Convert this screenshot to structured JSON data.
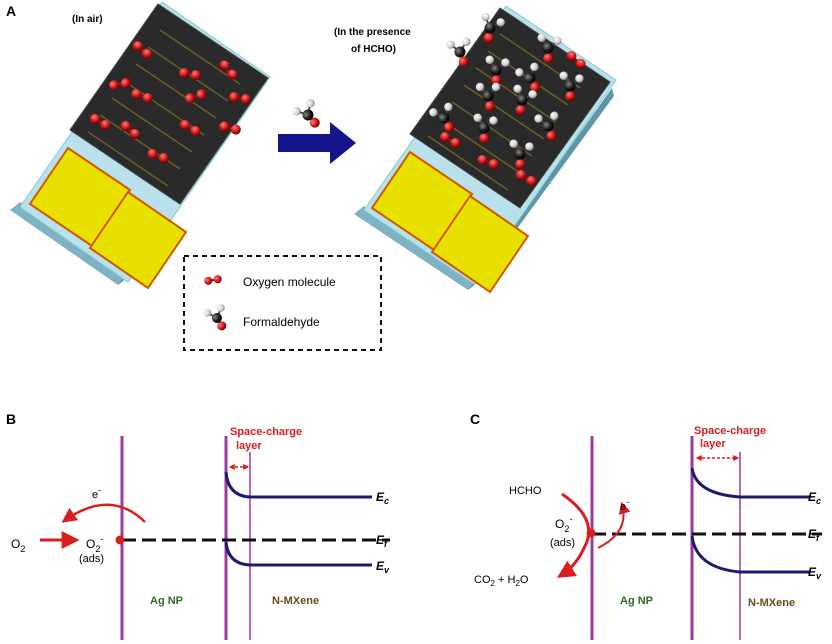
{
  "panel_a": {
    "letter": "A",
    "in_air_label": "(In air)",
    "presence_label_line1": "(In the presence",
    "presence_label_line2": "of HCHO)",
    "legend": {
      "oxygen_label": "Oxygen molecule",
      "formaldehyde_label": "Formaldehyde"
    }
  },
  "panel_b": {
    "letter": "B",
    "space_charge_line1": "Space-charge",
    "space_charge_line2": "layer",
    "electron_label": "e",
    "electron_sup": "-",
    "o2_label": "O",
    "o2_sub": "2",
    "o2ads_label": "O",
    "o2ads_sub": "2",
    "o2ads_sup": "-",
    "ads_label": "(ads)",
    "ec_label": "E",
    "ec_sub": "c",
    "ef_label": "E",
    "ef_sub": "f",
    "ev_label": "E",
    "ev_sub": "v",
    "ag_label": "Ag NP",
    "mxene_label": "N-MXene"
  },
  "panel_c": {
    "letter": "C",
    "space_charge_line1": "Space-charge",
    "space_charge_line2": "layer",
    "hcho_label": "HCHO",
    "electron_label": "e",
    "electron_sup": "-",
    "o2ads_label": "O",
    "o2ads_sub": "2",
    "o2ads_sup": "-",
    "ads_label": "(ads)",
    "products_label": "CO",
    "products_sub": "2",
    "products_mid": " + H",
    "products_sub2": "2",
    "products_end": "O",
    "ec_label": "E",
    "ec_sub": "c",
    "ef_label": "E",
    "ef_sub": "f",
    "ev_label": "E",
    "ev_sub": "v",
    "ag_label": "Ag NP",
    "mxene_label": "N-MXene"
  },
  "colors": {
    "band_line": "#1c1c6e",
    "interface_line": "#9b3aa0",
    "red": "#d81e1e",
    "ag_text": "#2e6b1f",
    "mxene_text": "#6b4a1a",
    "arrow_blue": "#14148c",
    "substrate": "#b8e1ec",
    "electrode": "#e8e000"
  }
}
